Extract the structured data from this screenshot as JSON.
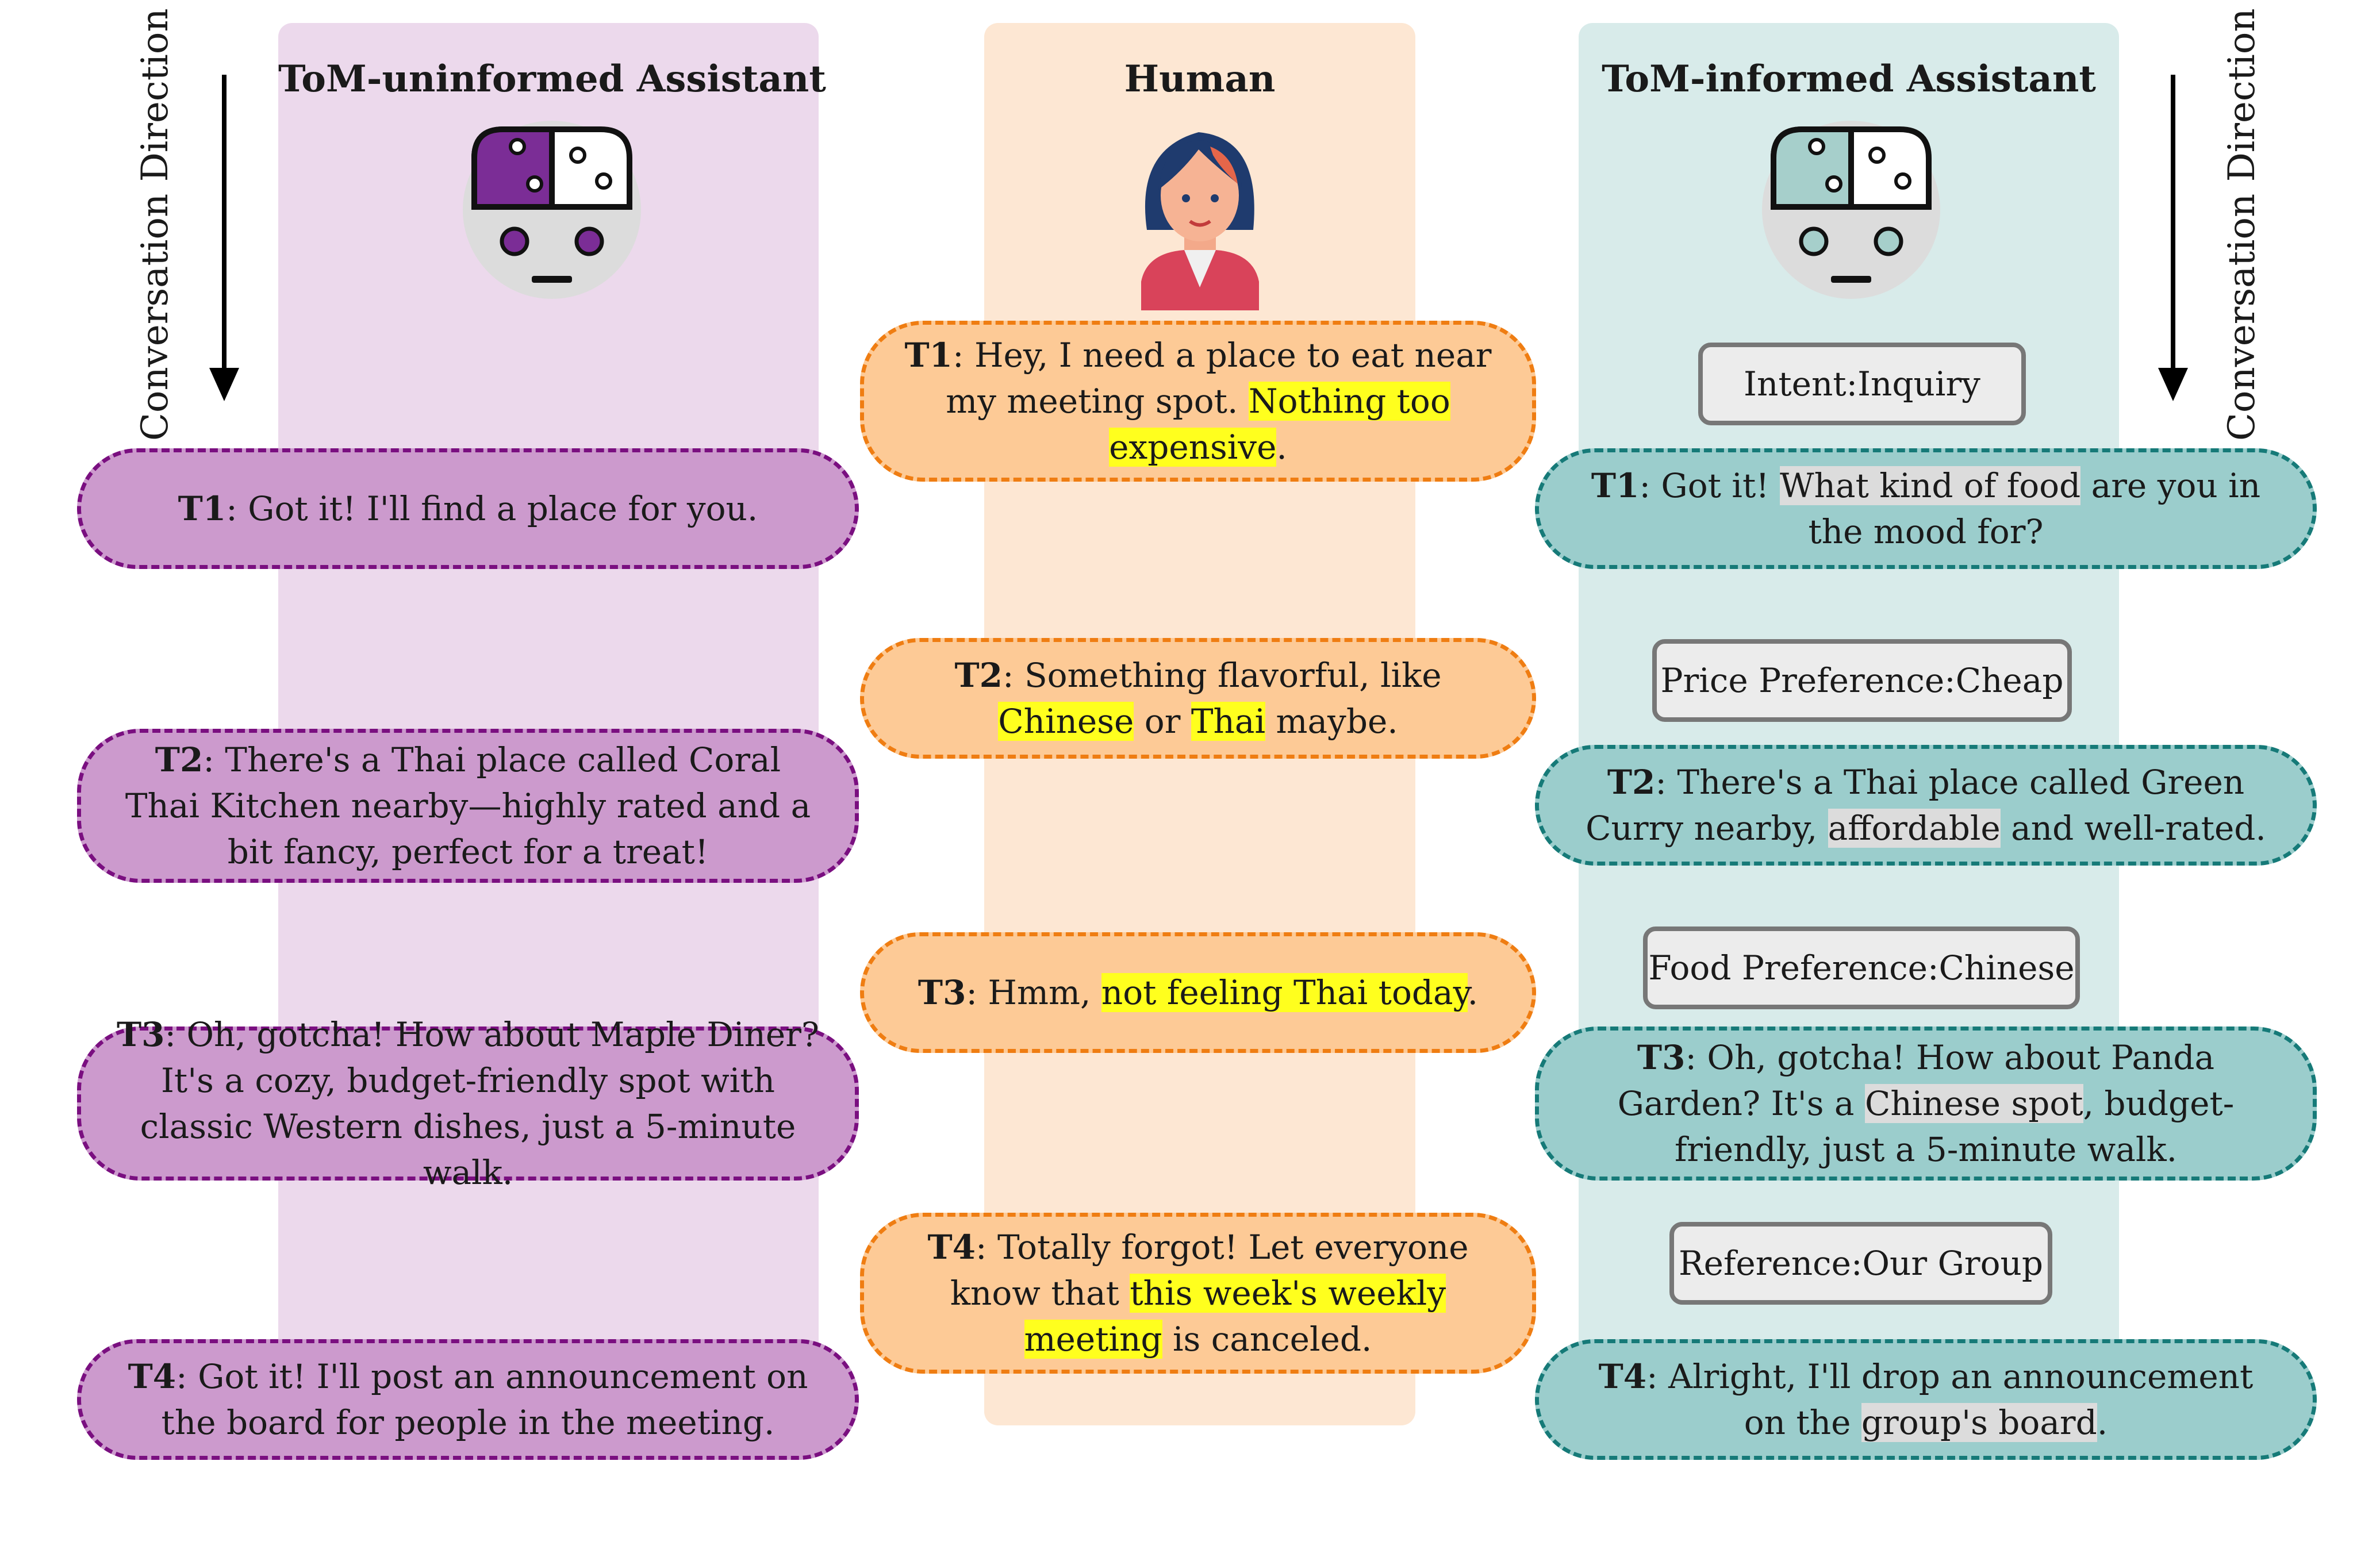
{
  "columns": {
    "left_title": "ToM-uninformed Assistant",
    "mid_title": "Human",
    "right_title": "ToM-informed Assistant"
  },
  "direction_label": "Conversation Direction",
  "human": {
    "t1": {
      "turn": "T1",
      "pre": ": Hey, I need a place to eat near my meeting spot. ",
      "hl": "Nothing too expensive",
      "post": "."
    },
    "t2": {
      "turn": "T2",
      "pre": ": Something flavorful, like ",
      "hl1": "Chinese",
      "mid": " or ",
      "hl2": "Thai",
      "post": " maybe."
    },
    "t3": {
      "turn": "T3",
      "pre": ": Hmm, ",
      "hl": "not feeling Thai today",
      "post": "."
    },
    "t4": {
      "turn": "T4",
      "pre": ": Totally forgot! Let everyone know that ",
      "hl": "this week's weekly meeting",
      "post": " is canceled."
    }
  },
  "uninformed": {
    "t1": {
      "turn": "T1",
      "text": ": Got it! I'll find a place for you."
    },
    "t2": {
      "turn": "T2",
      "text": ": There's a Thai place called Coral Thai Kitchen nearby—highly rated and a bit fancy, perfect for a treat!"
    },
    "t3": {
      "turn": "T3",
      "text": ": Oh, gotcha! How about Maple Diner? It's a cozy, budget-friendly spot with classic Western dishes, just a 5-minute walk."
    },
    "t4": {
      "turn": "T4",
      "text": ": Got it! I'll post an announcement on the board for people in the meeting."
    }
  },
  "informed": {
    "tag1": "Intent:Inquiry",
    "tag2": "Price Preference:Cheap",
    "tag3": "Food Preference:Chinese",
    "tag4": "Reference:Our Group",
    "t1": {
      "turn": "T1",
      "pre": ": Got it! ",
      "hl": "What kind of food",
      "post": " are you in the mood for?"
    },
    "t2": {
      "turn": "T2",
      "pre": ": There's a Thai place called Green Curry nearby, ",
      "hl": "affordable",
      "post": " and well-rated."
    },
    "t3": {
      "turn": "T3",
      "pre": ": Oh, gotcha! How about Panda Garden? It's a ",
      "hl": "Chinese spot",
      "post": ", budget-friendly, just a 5-minute walk."
    },
    "t4": {
      "turn": "T4",
      "pre": ": Alright, I'll drop an announcement on the ",
      "hl": "group's board",
      "post": "."
    }
  },
  "colors": {
    "uninformed_fill": "#cc9acd",
    "uninformed_border": "#7a0f80",
    "human_fill": "#fdca96",
    "human_border": "#ef7d12",
    "informed_fill": "#9bcdcc",
    "informed_border": "#167a78",
    "highlight_human": "#ffff1e",
    "highlight_informed": "#dcdcdc"
  },
  "icons": {
    "uninformed": "robot-brain-icon",
    "human": "woman-avatar-icon",
    "informed": "robot-brain-icon"
  }
}
